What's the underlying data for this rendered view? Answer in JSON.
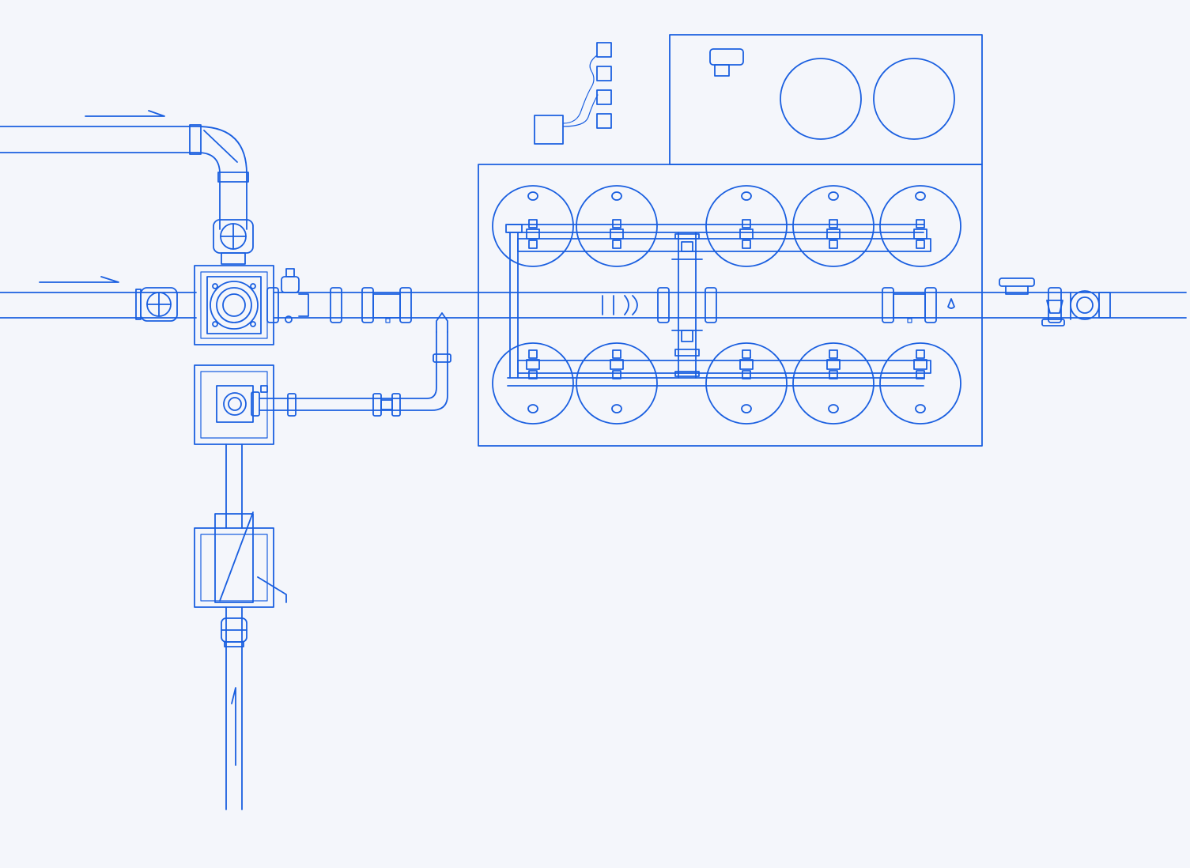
{
  "style": {
    "line_color": "#1a5fe0",
    "background_color": "#f4f6fb"
  },
  "flow_arrows": [
    {
      "name": "top-inlet",
      "direction": "right"
    },
    {
      "name": "middle-inlet",
      "direction": "right"
    },
    {
      "name": "bottom-inlet",
      "direction": "up"
    }
  ],
  "filter_vessels": {
    "top_row_count": 5,
    "bottom_row_count": 5
  },
  "storage_tanks_count": 2,
  "control_panel_modules_count": 4
}
